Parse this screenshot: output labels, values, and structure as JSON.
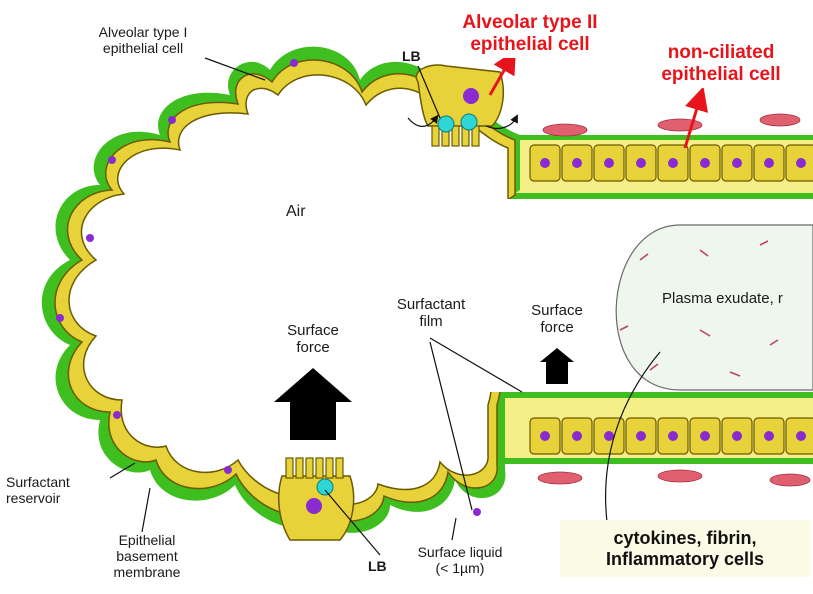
{
  "labels": {
    "type1_line1": "Alveolar type I",
    "type1_line2": "epithelial cell",
    "type2_line1": "Alveolar type II",
    "type2_line2": "epithelial cell",
    "nonciliated_line1": "non-ciliated",
    "nonciliated_line2": "epithelial cell",
    "lb_top": "LB",
    "lb_bottom": "LB",
    "air": "Air",
    "surfactant_film_1": "Surfactant",
    "surfactant_film_2": "film",
    "surface_force_left_1": "Surface",
    "surface_force_left_2": "force",
    "surface_force_right_1": "Surface",
    "surface_force_right_2": "force",
    "plasma_exudate": "Plasma exudate, r",
    "surfactant_reservoir_1": "Surfactant",
    "surfactant_reservoir_2": "reservoir",
    "basement_1": "Epithelial",
    "basement_2": "basement",
    "basement_3": "membrane",
    "surface_liquid_1": "Surface liquid",
    "surface_liquid_2": "(< 1µm)",
    "cytokines_1": "cytokines, fibrin,",
    "cytokines_2": "Inflammatory cells"
  },
  "colors": {
    "cell_fill": "#e8d23a",
    "cell_outline": "#6b5a00",
    "basement": "#3fbf1f",
    "nucleus": "#8a2bd0",
    "lamellar_body": "#2fd6d6",
    "red_cell": "#e06070",
    "plasma_fill": "#eef6ee",
    "annotation_red": "#e8141c",
    "arrow_black": "#000000"
  },
  "icons": {
    "surface_force": "up-arrow",
    "pointer": "red-arrow"
  }
}
